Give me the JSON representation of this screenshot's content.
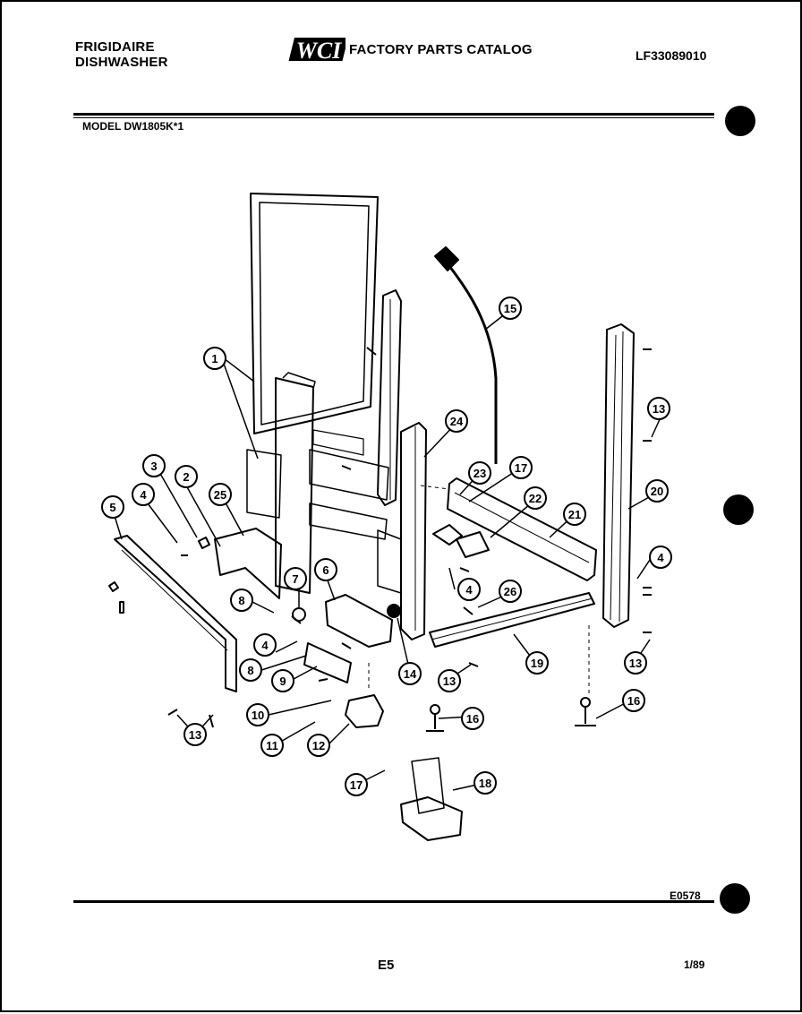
{
  "header": {
    "brand_line1": "FRIGIDAIRE",
    "brand_line2": "DISHWASHER",
    "catalog_title": "FACTORY PARTS CATALOG",
    "logo_text": "WCI",
    "doc_number": "LF33089010",
    "model": "MODEL DW1805K*1"
  },
  "footer": {
    "code": "E0578",
    "page": "E5",
    "date": "1/89"
  },
  "colors": {
    "ink": "#000000",
    "paper": "#ffffff"
  },
  "callouts": [
    {
      "label": "1"
    },
    {
      "label": "1"
    },
    {
      "label": "2"
    },
    {
      "label": "3"
    },
    {
      "label": "4"
    },
    {
      "label": "4"
    },
    {
      "label": "4"
    },
    {
      "label": "4"
    },
    {
      "label": "5"
    },
    {
      "label": "6"
    },
    {
      "label": "7"
    },
    {
      "label": "8"
    },
    {
      "label": "8"
    },
    {
      "label": "9"
    },
    {
      "label": "10"
    },
    {
      "label": "11"
    },
    {
      "label": "12"
    },
    {
      "label": "13"
    },
    {
      "label": "13"
    },
    {
      "label": "13"
    },
    {
      "label": "13"
    },
    {
      "label": "14"
    },
    {
      "label": "15"
    },
    {
      "label": "16"
    },
    {
      "label": "16"
    },
    {
      "label": "17"
    },
    {
      "label": "17"
    },
    {
      "label": "18"
    },
    {
      "label": "19"
    },
    {
      "label": "20"
    },
    {
      "label": "21"
    },
    {
      "label": "22"
    },
    {
      "label": "23"
    },
    {
      "label": "24"
    },
    {
      "label": "25"
    },
    {
      "label": "26"
    }
  ]
}
